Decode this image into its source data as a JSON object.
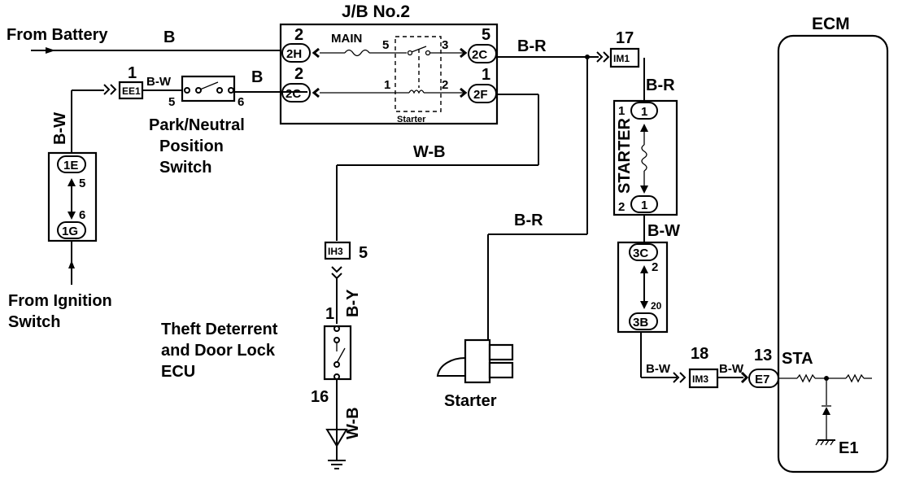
{
  "sources": {
    "battery": "From Battery",
    "ignition_line1": "From Ignition",
    "ignition_line2": "Switch"
  },
  "junction_block": {
    "title": "J/B No.2",
    "main_fuse": "MAIN",
    "relay_label": "Starter",
    "terminals": [
      {
        "id": "2H",
        "pin": "2"
      },
      {
        "id": "2C",
        "pin": "2"
      },
      {
        "id": "2C",
        "pin": "5"
      },
      {
        "id": "2F",
        "pin": "1"
      }
    ],
    "relay_pins": [
      "5",
      "3",
      "1",
      "2"
    ]
  },
  "connectors": {
    "ee1": {
      "id": "EE1",
      "pin": "1"
    },
    "ih3": {
      "id": "IH3",
      "pin": "5"
    },
    "im1": {
      "id": "IM1",
      "pin": "17"
    },
    "im3": {
      "id": "IM3",
      "pin": "18"
    },
    "e7": {
      "id": "E7",
      "pin": "13"
    }
  },
  "left_block": {
    "top": "1E",
    "bottom": "1G",
    "pin_top": "5",
    "pin_bottom": "6"
  },
  "fuse_block": {
    "name": "STARTER",
    "top": "1",
    "bottom": "1",
    "pin_top": "1",
    "pin_bottom": "2"
  },
  "junction_3": {
    "top": "3C",
    "bottom": "3B",
    "pin_top": "2",
    "pin_bottom": "20"
  },
  "park_switch": {
    "line1": "Park/Neutral",
    "line2": "Position",
    "line3": "Switch",
    "pin_left": "5",
    "pin_right": "6"
  },
  "theft_ecu": {
    "line1": "Theft Deterrent",
    "line2": "and Door Lock",
    "line3": "ECU",
    "pin_top": "1",
    "pin_bottom": "16"
  },
  "starter": {
    "label": "Starter"
  },
  "ecm": {
    "title": "ECM",
    "sta": "STA",
    "e1": "E1"
  },
  "wire_colors": {
    "battery": "B",
    "pnp_to_jb": "B",
    "ee1_out": "B-W",
    "left_vertical": "B-W",
    "jb_out": "B-R",
    "wb": "W-B",
    "starter_feed": "B-R",
    "fuse_in": "B-R",
    "fuse_out": "B-W",
    "im3_in": "B-W",
    "im3_out": "B-W",
    "ecu_in": "B-Y",
    "ecu_out": "W-B"
  }
}
